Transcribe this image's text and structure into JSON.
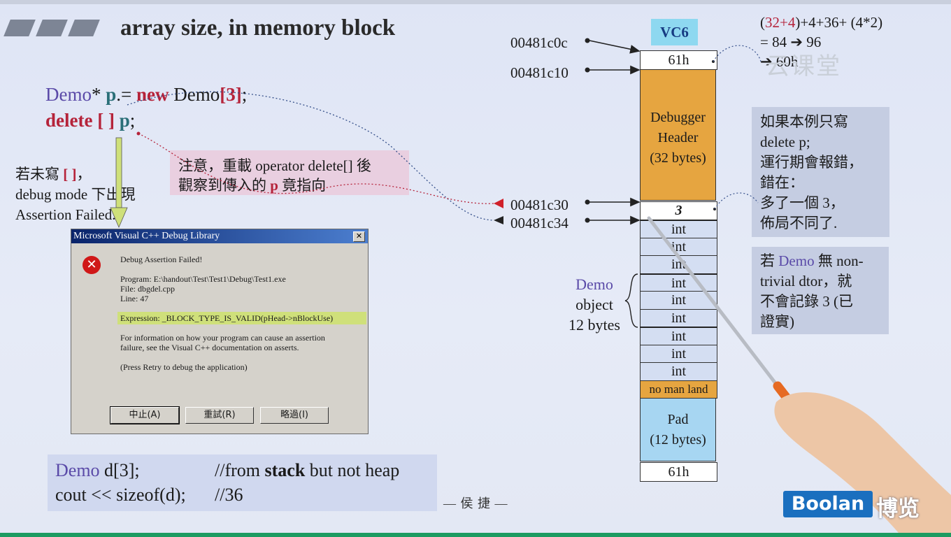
{
  "slide": {
    "title": "array size, in memory block",
    "code_line1": {
      "cls": "Demo",
      "star": "*",
      "var": "p",
      "eq": ".=",
      "kw_new": "new",
      "rest": "Demo",
      "br_open": "[",
      "num": "3",
      "br_close": "]",
      "semi": ";"
    },
    "code_line2": {
      "kw": "delete [ ]",
      "var": "p",
      "semi": ";"
    },
    "note_left": {
      "line1_a": "若未寫",
      "line1_b": "[ ]",
      "line1_c": "，",
      "line2": "debug mode 下出現",
      "line3": "Assertion Failed."
    },
    "note_pink": {
      "line1": "注意，重載 operator delete[] 後",
      "line2_a": "觀察到傳入的",
      "line2_b": "p",
      "line2_c": "竟指向"
    },
    "signature": "— 侯 捷 —",
    "bottom_code": {
      "line1_cls": "Demo",
      "line1_rest": " d[3];",
      "line1_comment_a": "//from ",
      "line1_comment_b": "stack",
      "line1_comment_c": " but not heap",
      "line2": "cout << sizeof(d);",
      "line2_comment": "//36"
    }
  },
  "dialog": {
    "title": "Microsoft Visual C++ Debug Library",
    "close": "✕",
    "icon": "✕",
    "heading": "Debug Assertion Failed!",
    "program": "Program: E:\\handout\\Test\\Test1\\Debug\\Test1.exe",
    "file": "File: dbgdel.cpp",
    "line": "Line: 47",
    "expression": "Expression: _BLOCK_TYPE_IS_VALID(pHead->nBlockUse)",
    "info1": "For information on how your program can cause an assertion",
    "info2": "failure, see the Visual C++ documentation on asserts.",
    "retry": "(Press Retry to debug the application)",
    "buttons": [
      "中止(A)",
      "重試(R)",
      "略過(I)"
    ]
  },
  "memory": {
    "compiler": "VC6",
    "addresses": [
      "00481c0c",
      "00481c10",
      "00481c30",
      "00481c34"
    ],
    "cells": {
      "cookie_top": "61h",
      "debugger_header_1": "Debugger",
      "debugger_header_2": "Header",
      "debugger_header_3": "(32 bytes)",
      "count": "3",
      "ints": [
        "int",
        "int",
        "int",
        "int",
        "int",
        "int",
        "int",
        "int",
        "int"
      ],
      "no_man_land": "no man land",
      "pad_1": "Pad",
      "pad_2": "(12 bytes)",
      "cookie_bottom": "61h"
    },
    "demo_label": {
      "line1": "Demo",
      "line2": "object",
      "line3": "12 bytes"
    },
    "calc": {
      "line1_a": "(",
      "line1_b": "32+4",
      "line1_c": ")+4+36+ (4*2)",
      "line2": "= 84 ➔ 96",
      "line3": "➔ 60h"
    },
    "colors": {
      "header": "#e6a540",
      "pad": "#a7d6f2",
      "cookie": "#ffffff",
      "no_man_land": "#e6a540",
      "int": "#d4def2"
    }
  },
  "right_notes": {
    "box1": [
      "如果本例只寫",
      "delete p;",
      "運行期會報錯，",
      "錯在：",
      "多了一個 3，",
      "佈局不同了."
    ],
    "box2": {
      "line1_a": "若 ",
      "line1_b": "Demo",
      "line1_c": " 無 non-",
      "line2": "trivial dtor，就",
      "line3": "不會記錄 3 (已",
      "line4": "證實)"
    }
  },
  "watermarks": {
    "yun": "云课堂",
    "boolan": "Boolan",
    "bolan_cn": "博览"
  }
}
